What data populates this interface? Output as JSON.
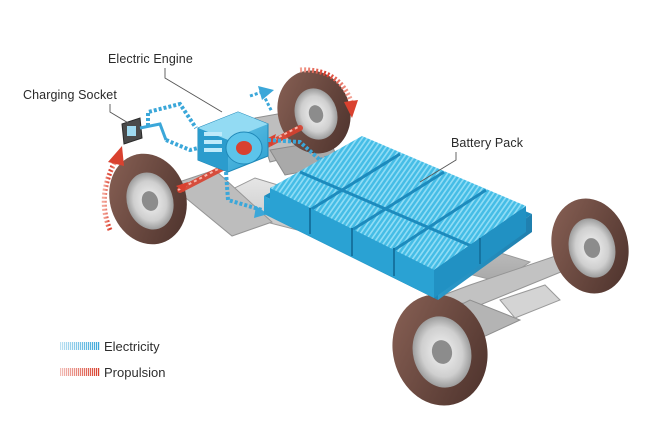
{
  "labels": {
    "electric_engine": "Electric Engine",
    "charging_socket": "Charging Socket",
    "battery_pack": "Battery Pack"
  },
  "legend": {
    "electricity": "Electricity",
    "propulsion": "Propulsion"
  },
  "colors": {
    "electricity": "#3ba7d9",
    "propulsion": "#d9412f",
    "battery": "#35b5e2",
    "tire": "#6b4a40",
    "frame": "#c9c9c9"
  }
}
